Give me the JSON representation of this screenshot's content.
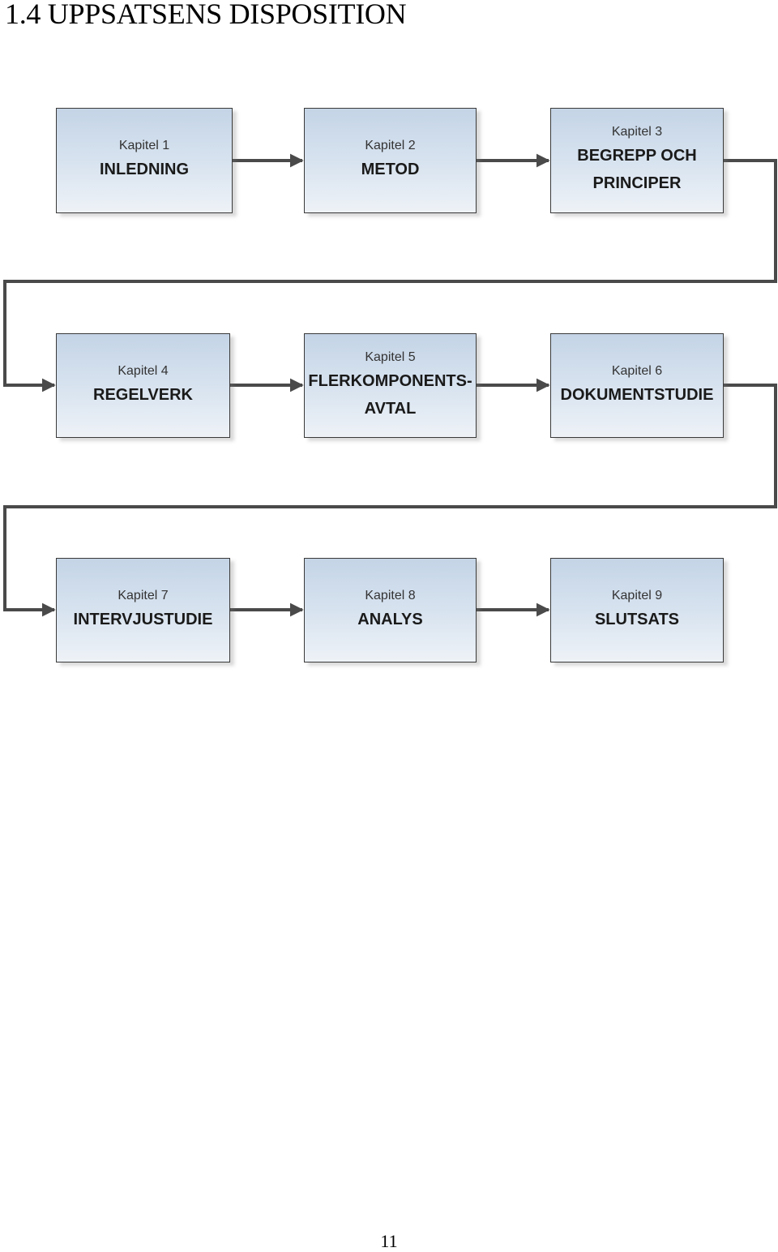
{
  "heading": "1.4 UPPSATSENS DISPOSITION",
  "page_number": "11",
  "colors": {
    "box_top": "#c4d4e6",
    "box_bottom": "#eef2f7",
    "border": "#3a3a3a",
    "connector": "#4a4a4a"
  },
  "chapters": [
    {
      "kapitel": "Kapitel 1",
      "title": "INLEDNING"
    },
    {
      "kapitel": "Kapitel 2",
      "title": "METOD"
    },
    {
      "kapitel": "Kapitel 3",
      "title": "BEGREPP OCH\nPRINCIPER"
    },
    {
      "kapitel": "Kapitel 4",
      "title": "REGELVERK"
    },
    {
      "kapitel": "Kapitel 5",
      "title": "FLERKOMPONENTS-\nAVTAL"
    },
    {
      "kapitel": "Kapitel 6",
      "title": "DOKUMENTSTUDIE"
    },
    {
      "kapitel": "Kapitel 7",
      "title": "INTERVJUSTUDIE"
    },
    {
      "kapitel": "Kapitel 8",
      "title": "ANALYS"
    },
    {
      "kapitel": "Kapitel 9",
      "title": "SLUTSATS"
    }
  ]
}
